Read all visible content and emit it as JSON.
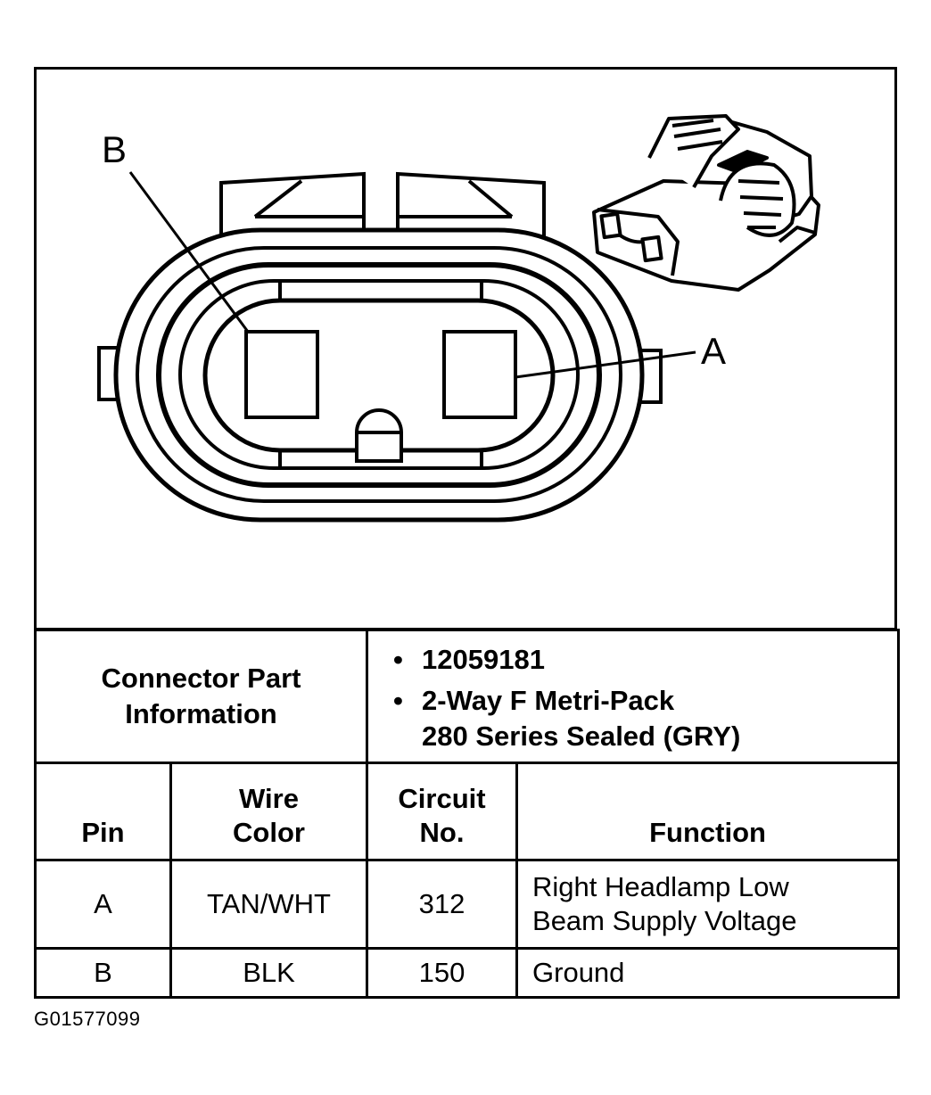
{
  "diagram": {
    "pin_labels": {
      "b": "B",
      "a": "A"
    }
  },
  "connector_info": {
    "title_line1": "Connector Part",
    "title_line2": "Information",
    "items": [
      "12059181",
      "2-Way F Metri-Pack",
      "280 Series Sealed (GRY)"
    ]
  },
  "table": {
    "headers": {
      "pin": "Pin",
      "wire_color_line1": "Wire",
      "wire_color_line2": "Color",
      "circuit_line1": "Circuit",
      "circuit_line2": "No.",
      "function": "Function"
    },
    "rows": [
      {
        "pin": "A",
        "wire_color": "TAN/WHT",
        "circuit": "312",
        "function_line1": "Right Headlamp Low",
        "function_line2": "Beam Supply Voltage"
      },
      {
        "pin": "B",
        "wire_color": "BLK",
        "circuit": "150",
        "function_line1": "Ground"
      }
    ]
  },
  "figure_code": "G01577099",
  "colors": {
    "ink": "#000000",
    "paper": "#ffffff"
  }
}
